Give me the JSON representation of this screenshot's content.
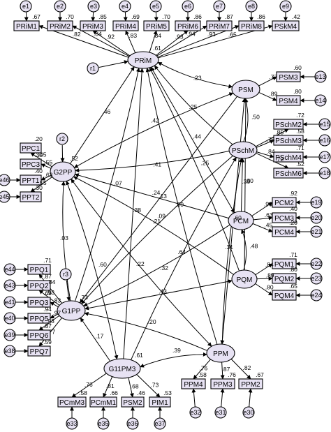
{
  "nodes": {
    "observed": [
      "PRiM1",
      "PRiM2",
      "PRiM3",
      "PRiM4",
      "PRiM5",
      "PRiM6",
      "PRiM7",
      "PRiM8",
      "PSkM4",
      "PSM3",
      "PSM4",
      "PSchM2",
      "PSchM3",
      "PSchM4",
      "PSchM6",
      "PPC1",
      "PPC3",
      "PPT1",
      "PPT2",
      "PCM2",
      "PCM3",
      "PCM4",
      "PQM1",
      "PQM2",
      "PQM4",
      "PPQ1",
      "PPQ2",
      "PPQ3",
      "PPQ5",
      "PPQ6",
      "PPQ7",
      "PPM4",
      "PPM3",
      "PPM2",
      "PCmM3",
      "PCmM1",
      "PSM2",
      "PIM1"
    ],
    "latent": [
      "PRiM",
      "PSM",
      "PSchM",
      "G2PP",
      "PCM",
      "PQM",
      "G1PP",
      "PPM",
      "G11PM3"
    ],
    "errors_visible": [
      "e1",
      "e2",
      "e3",
      "e4",
      "e5",
      "e6",
      "e7",
      "e8",
      "e9",
      "r1",
      "r2",
      "r3",
      "e13",
      "e14",
      "e15",
      "e16",
      "e17",
      "e18",
      "e19",
      "e20",
      "e21",
      "e22",
      "e23",
      "e24",
      "e30",
      "e31",
      "e32",
      "e33",
      "e35",
      "e36",
      "e37",
      "e38",
      "e39",
      "e40",
      "e41",
      "e43",
      "e44",
      "e45",
      "e46"
    ]
  },
  "loadings": {
    "PRiM_items": [
      ".82",
      ".84",
      ".92",
      ".83",
      ".84",
      ".93",
      ".94",
      ".93",
      ".65"
    ],
    "PRiM_item_r2": [
      ".67",
      ".70",
      ".85",
      ".69",
      ".70",
      ".86",
      ".87",
      ".86",
      ".42"
    ],
    "PSM_items": [
      ".77",
      ".89"
    ],
    "PSM_item_r2": [
      ".60",
      ".80"
    ],
    "PSchM_items": [
      ".85",
      ".76",
      ".84",
      ".72"
    ],
    "PSchM_item_r2": [
      ".72",
      ".58",
      ".71",
      ".52"
    ],
    "G2PP_items": [
      ".45",
      ".55",
      ".63",
      ".55"
    ],
    "G2PP_item_r2": [
      ".20",
      ".30",
      ".40",
      ".30"
    ],
    "PCM_items": [
      ".96",
      ".63",
      ".45"
    ],
    "PCM_item_r2": [
      ".92",
      ".40",
      ".20"
    ],
    "PQM_items": [
      ".84",
      ".89",
      ".80"
    ],
    "PQM_item_r2": [
      ".71",
      ".80",
      ".65"
    ],
    "G1PP_items": [
      ".84",
      ".93",
      ".83",
      ".97",
      ".93",
      ".77"
    ],
    "G1PP_item_r2": [
      ".71",
      ".87",
      ".69",
      ".94",
      ".87",
      ".59"
    ],
    "PPM_items": [
      ".76",
      ".87",
      ".82"
    ],
    "PPM_item_r2": [
      ".58",
      ".76",
      ".67"
    ],
    "G11PM3_items": [
      ".76",
      ".81",
      ".68",
      ".73"
    ],
    "G11PM3_item_r2": [
      ".58",
      ".66",
      ".46",
      ".53"
    ]
  },
  "structural": {
    "latent_r2": {
      "PRiM": ".61",
      "G2PP": ".52",
      "G1PP": ".73",
      "G11PM3": ".61"
    },
    "paths": [
      ".23",
      ".46",
      ".07",
      ".50",
      ".30",
      ".25",
      ".42",
      ".41",
      ".24",
      ".09",
      ".22",
      ".13",
      ".21",
      ".44",
      ".32",
      ".48",
      ".39",
      ".25",
      ".50",
      ".60",
      ".64",
      ".38",
      ".03",
      ".31",
      ".60",
      ".43",
      ".39",
      ".20",
      ".17"
    ]
  }
}
